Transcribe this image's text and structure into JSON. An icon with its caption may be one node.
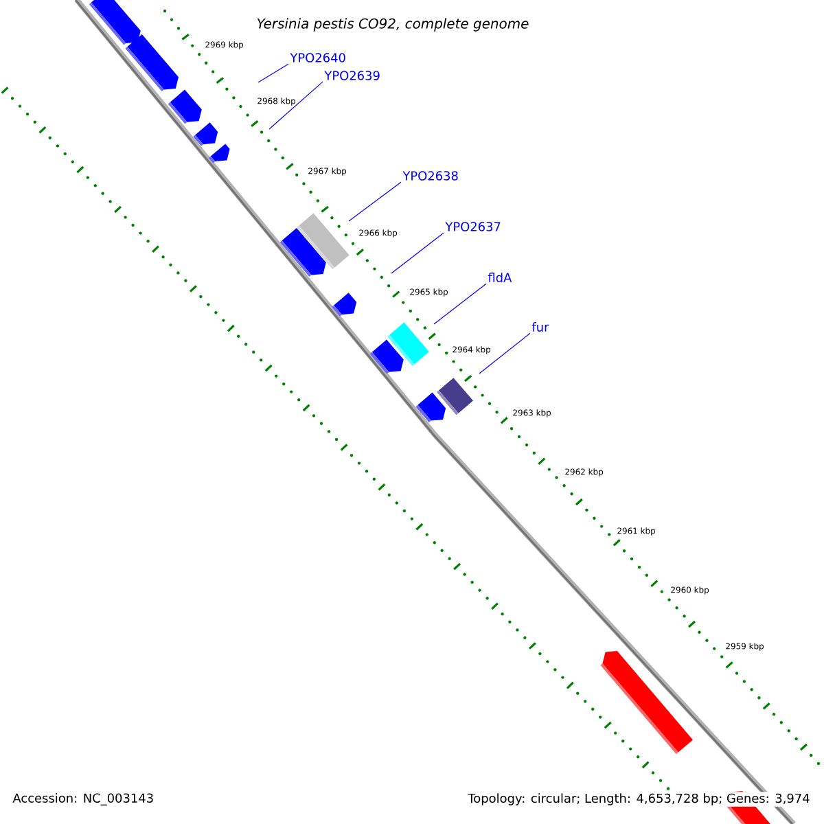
{
  "diagram": {
    "title": "Yersinia pestis CO92, complete genome",
    "nodes": [
      {
        "text": [
          "YPO2640"
        ]
      },
      {
        "text": [
          "YPO2639"
        ]
      },
      {
        "text": [
          "YPO2638"
        ]
      },
      {
        "text": [
          "YPO2637"
        ]
      },
      {
        "text": [
          "fldA"
        ]
      },
      {
        "text": [
          "fur"
        ]
      }
    ],
    "edges": [
      {
        "from": 0,
        "to": null,
        "arrow": "none"
      },
      {
        "from": 1,
        "to": null,
        "arrow": "none"
      },
      {
        "from": 2,
        "to": null,
        "arrow": "none"
      },
      {
        "from": 3,
        "to": null,
        "arrow": "none"
      },
      {
        "from": 4,
        "to": null,
        "arrow": "none"
      },
      {
        "from": 5,
        "to": null,
        "arrow": "none"
      }
    ],
    "labels": [
      "2969 kbp",
      "2968 kbp",
      "2967 kbp",
      "2966 kbp",
      "2965 kbp",
      "2964 kbp",
      "2963 kbp",
      "2962 kbp",
      "2961 kbp",
      "2960 kbp",
      "2959 kbp",
      "Accession: NC_003143",
      "Topology: circular; Length: 4,653,728 bp; Genes: 3,974"
    ]
  }
}
